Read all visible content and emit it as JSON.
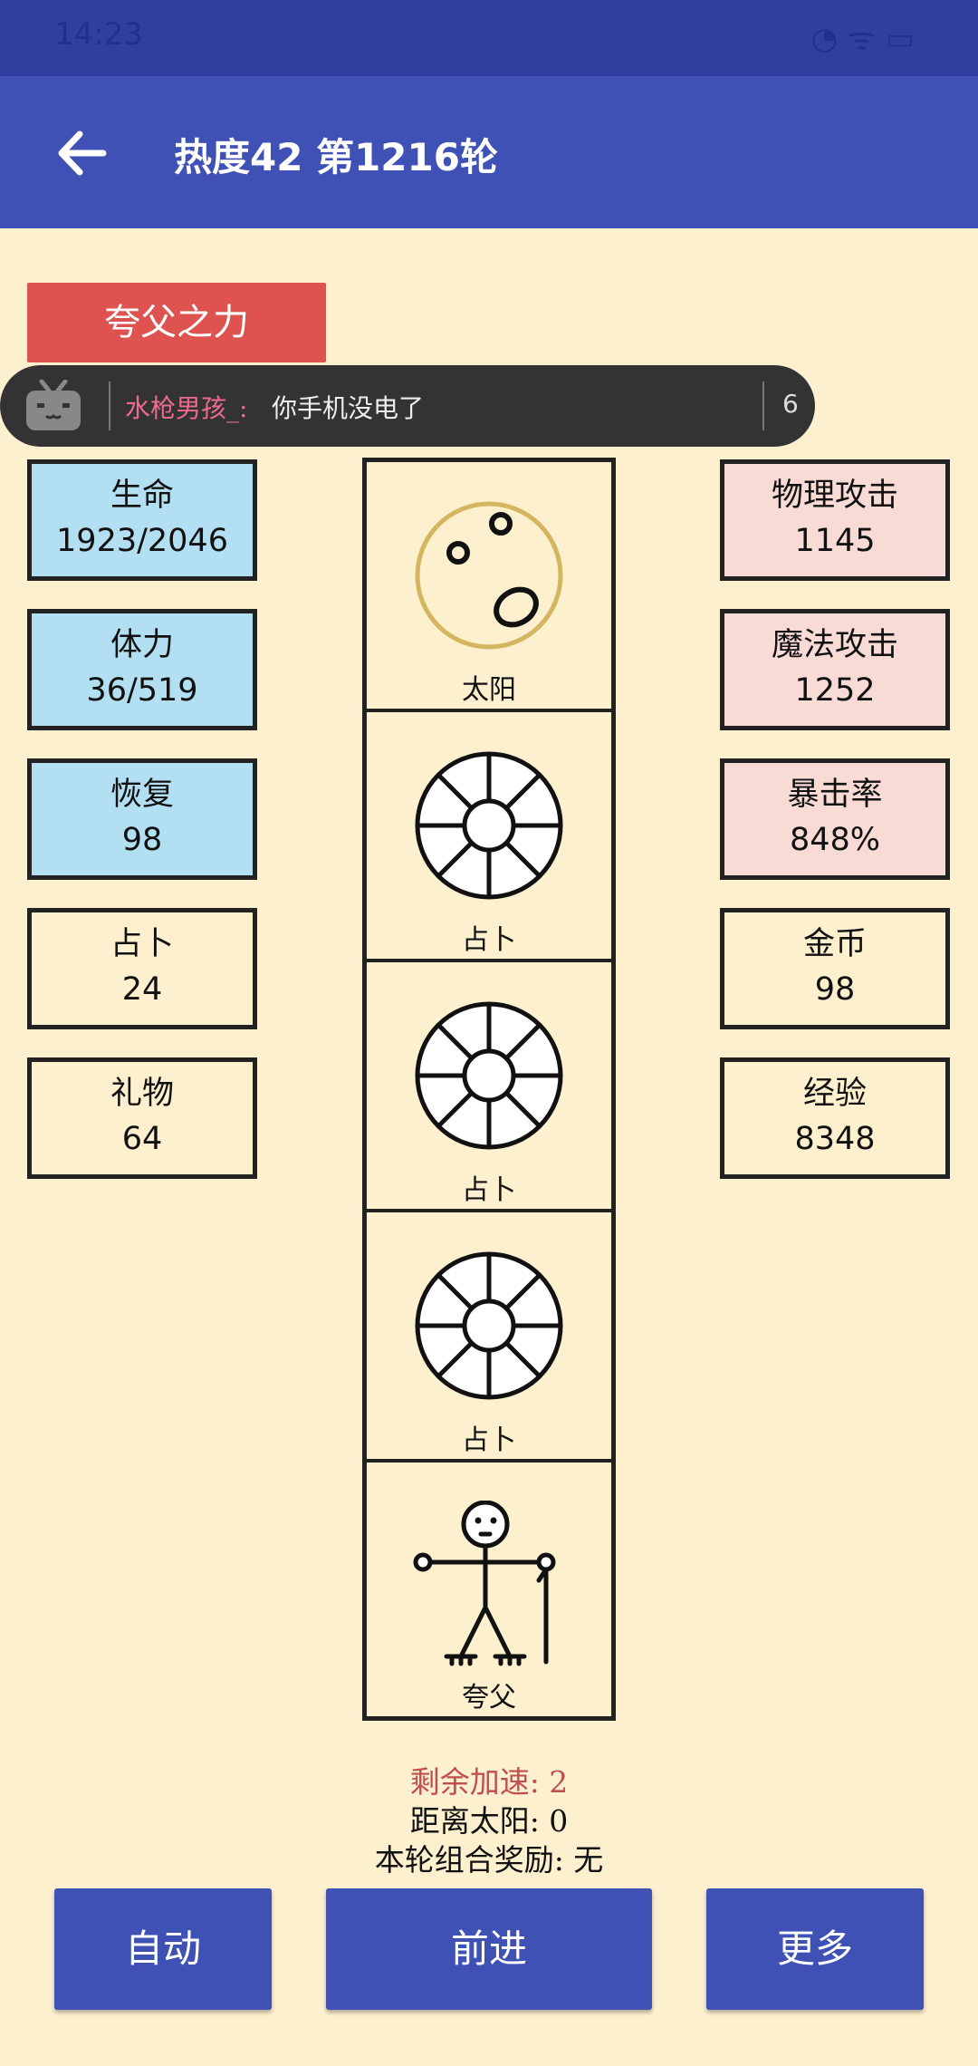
{
  "status_bar": {
    "time": "14:23",
    "battery": ""
  },
  "header": {
    "title": "热度42 第1216轮"
  },
  "power_button": "夸父之力",
  "danmaku": {
    "user": "水枪男孩_:",
    "message": "你手机没电了",
    "count": "6"
  },
  "left_stats": [
    {
      "label": "生命",
      "value": "1923/2046"
    },
    {
      "label": "体力",
      "value": "36/519"
    },
    {
      "label": "恢复",
      "value": "98"
    },
    {
      "label": "占卜",
      "value": "24"
    },
    {
      "label": "礼物",
      "value": "64"
    }
  ],
  "right_stats": [
    {
      "label": "物理攻击",
      "value": "1145"
    },
    {
      "label": "魔法攻击",
      "value": "1252"
    },
    {
      "label": "暴击率",
      "value": "848%"
    },
    {
      "label": "金币",
      "value": "98"
    },
    {
      "label": "经验",
      "value": "8348"
    }
  ],
  "board": [
    {
      "label": "太阳",
      "icon": "sun-icon"
    },
    {
      "label": "占卜",
      "icon": "divination-wheel-icon"
    },
    {
      "label": "占卜",
      "icon": "divination-wheel-icon"
    },
    {
      "label": "占卜",
      "icon": "divination-wheel-icon"
    },
    {
      "label": "夸父",
      "icon": "kuafu-stick-figure-icon"
    }
  ],
  "info": {
    "speedup": "剩余加速: 2",
    "distance": "距离太阳: 0",
    "combo": "本轮组合奖励: 无"
  },
  "buttons": {
    "auto": "自动",
    "forward": "前进",
    "more": "更多"
  },
  "colors": {
    "appbar": "#3f51b5",
    "background": "#fdf0cf",
    "power": "#de5250",
    "speedup_text": "#c0504d"
  }
}
